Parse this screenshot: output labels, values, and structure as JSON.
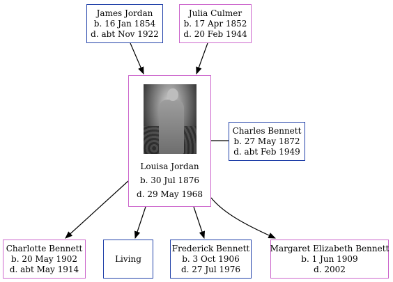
{
  "parents": {
    "father": {
      "name": "James Jordan",
      "born": "b. 16 Jan 1854",
      "died": "d. abt Nov 1922"
    },
    "mother": {
      "name": "Julia Culmer",
      "born": "b. 17 Apr 1852",
      "died": "d. 20 Feb 1944"
    }
  },
  "subject": {
    "name": "Louisa Jordan",
    "born": "b. 30 Jul 1876",
    "died": "d. 29 May 1968",
    "photo_icon": "portrait-photo"
  },
  "spouse": {
    "name": "Charles Bennett",
    "born": "b. 27 May 1872",
    "died": "d. abt Feb 1949"
  },
  "children": [
    {
      "name": "Charlotte Bennett",
      "born": "b. 20 May 1902",
      "died": "d. abt May 1914"
    },
    {
      "name": "Living"
    },
    {
      "name": "Frederick Bennett",
      "born": "b. 3 Oct 1906",
      "died": "d. 27 Jul 1976"
    },
    {
      "name": "Margaret Elizabeth Bennett",
      "born": "b. 1 Jun 1909",
      "died": "d. 2002"
    }
  ],
  "colors": {
    "male_border": "#1f3fa8",
    "female_border": "#cc66cc",
    "edge": "#000000"
  }
}
